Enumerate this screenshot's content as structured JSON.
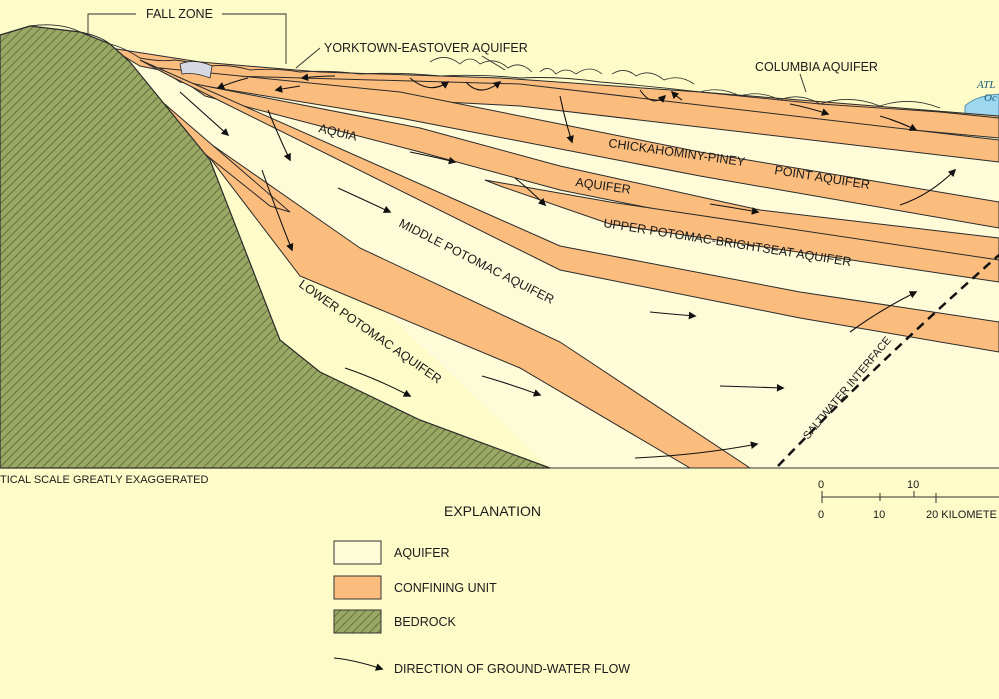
{
  "colors": {
    "background": "#fdfbc8",
    "aquifer": "#fefbd8",
    "confining_unit": "#fbbd7e",
    "bedrock": "#9aa865",
    "ocean": "#9fd8ee"
  },
  "labels": {
    "fall_zone": "FALL ZONE",
    "yorktown": "YORKTOWN-EASTOVER AQUIFER",
    "columbia": "COLUMBIA AQUIFER",
    "ocean_1": "ATL",
    "ocean_2": "Oc",
    "aquia": "AQUIA",
    "aquifer_word": "AQUIFER",
    "chickahominy": "CHICKAHOMINY-PINEY",
    "point_aquifer": "POINT AQUIFER",
    "upper_potomac": "UPPER POTOMAC-BRIGHTSEAT AQUIFER",
    "middle_potomac": "MIDDLE POTOMAC AQUIFER",
    "lower_potomac": "LOWER POTOMAC AQUIFER",
    "saltwater": "SALTWATER INTERFACE",
    "vertical_scale": "TICAL SCALE GREATLY EXAGGERATED"
  },
  "scale_bar": {
    "top_ticks": [
      "0",
      "10"
    ],
    "bottom_ticks": [
      "0",
      "10",
      "20 KILOMETE"
    ]
  },
  "explanation": {
    "title": "EXPLANATION",
    "items": [
      {
        "key": "aquifer",
        "label": "AQUIFER"
      },
      {
        "key": "confining",
        "label": "CONFINING UNIT"
      },
      {
        "key": "bedrock",
        "label": "BEDROCK"
      }
    ],
    "flow_label": "DIRECTION OF GROUND-WATER FLOW"
  }
}
